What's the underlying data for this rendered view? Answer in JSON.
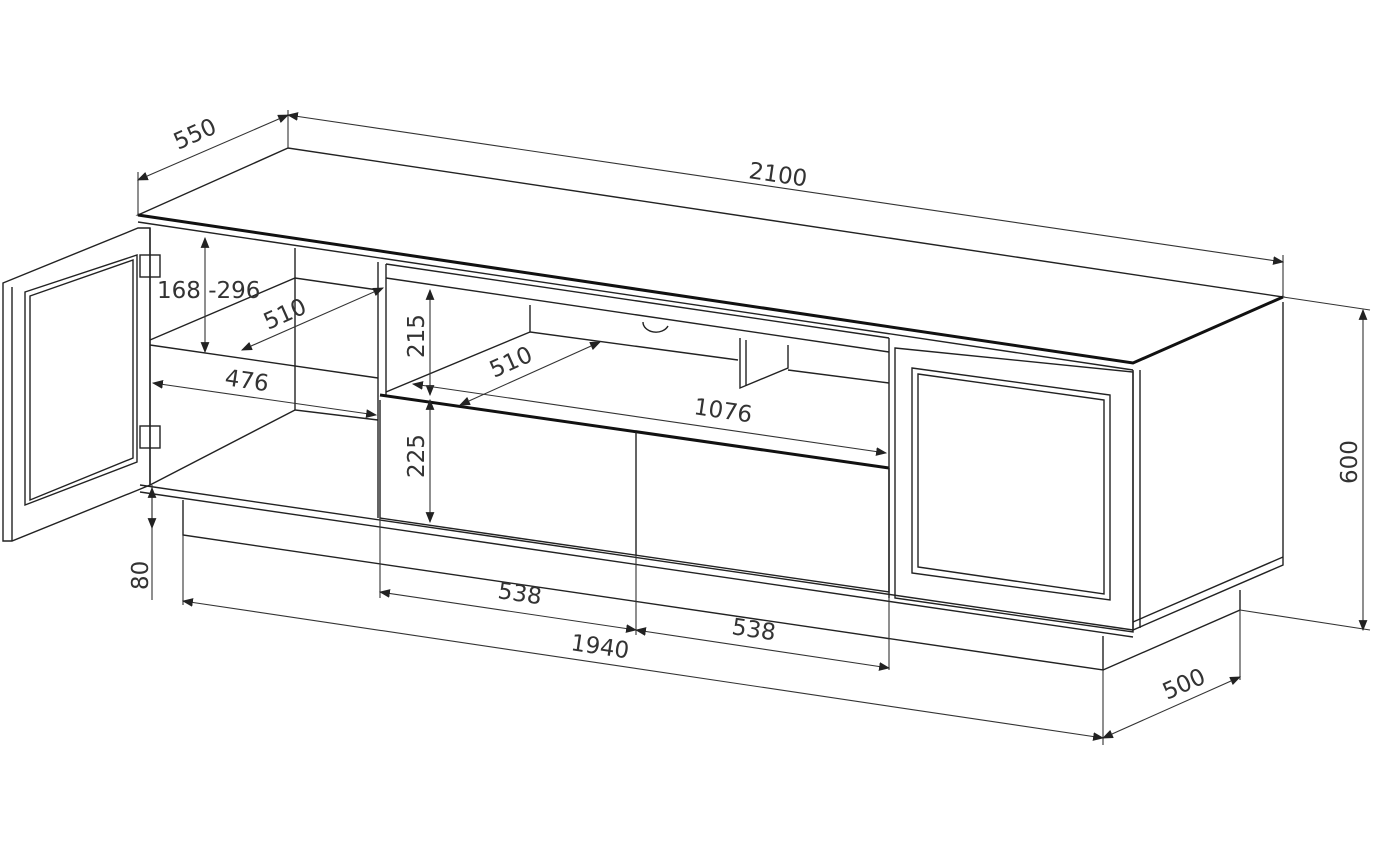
{
  "drawing": {
    "subject": "TV cabinet with open left door, center open shelf with drawers, right door",
    "units": "mm"
  },
  "dimensions": {
    "overall_depth_top": "550",
    "overall_width": "2100",
    "overall_height": "600",
    "plinth_depth": "500",
    "plinth_width": "1940",
    "plinth_height": "80",
    "left_shelf_adjust_height": "168 -296",
    "left_shelf_depth": "510",
    "left_inner_width": "476",
    "center_open_height": "215",
    "center_shelf_depth": "510",
    "center_inner_width": "1076",
    "drawer_height": "225",
    "drawer_width_left": "538",
    "drawer_width_right": "538"
  }
}
